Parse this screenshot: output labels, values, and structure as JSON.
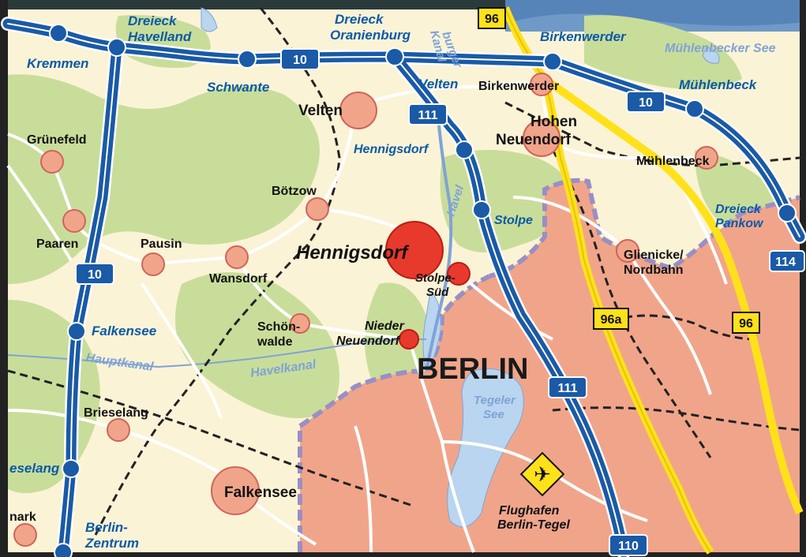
{
  "map": {
    "colors": {
      "background": "#fbf3d6",
      "forest": "#c9dd9a",
      "city": "#f0a58a",
      "water": "#b9d5ef",
      "motorway": "#1a5aa6",
      "federal_road": "#ffe11a",
      "road": "#ffffff",
      "railway": "#222222",
      "city_border": "#9a8fc4"
    },
    "city_label": "BERLIN",
    "towns": [
      {
        "id": "velten",
        "label": "Velten"
      },
      {
        "id": "hohen-neuendorf-1",
        "label": "Hohen"
      },
      {
        "id": "hohen-neuendorf-2",
        "label": "Neuendorf"
      },
      {
        "id": "birkenwerder",
        "label": "Birkenwerder"
      },
      {
        "id": "gruenefeld",
        "label": "Grünefeld"
      },
      {
        "id": "boetzow",
        "label": "Bötzow"
      },
      {
        "id": "muehlenbeck",
        "label": "Mühlenbeck"
      },
      {
        "id": "paaren",
        "label": "Paaren"
      },
      {
        "id": "pausin",
        "label": "Pausin"
      },
      {
        "id": "wansdorf",
        "label": "Wansdorf"
      },
      {
        "id": "hennigsdorf",
        "label": "Hennigsdorf"
      },
      {
        "id": "glienicke-1",
        "label": "Glienicke/"
      },
      {
        "id": "glienicke-2",
        "label": "Nordbahn"
      },
      {
        "id": "stolpe-sued-1",
        "label": "Stolpe-"
      },
      {
        "id": "stolpe-sued-2",
        "label": "Süd"
      },
      {
        "id": "schoenwalde-1",
        "label": "Schön-"
      },
      {
        "id": "schoenwalde-2",
        "label": "walde"
      },
      {
        "id": "nieder-neuendorf-1",
        "label": "Nieder"
      },
      {
        "id": "nieder-neuendorf-2",
        "label": "Neuendorf"
      },
      {
        "id": "brieselang",
        "label": "Brieselang"
      },
      {
        "id": "falkensee",
        "label": "Falkensee"
      },
      {
        "id": "nauen-partial",
        "label": "nark"
      }
    ],
    "junctions": [
      {
        "id": "dreieck-havelland-1",
        "label": "Dreieck"
      },
      {
        "id": "dreieck-havelland-2",
        "label": "Havelland"
      },
      {
        "id": "dreieck-oranienburg-1",
        "label": "Dreieck"
      },
      {
        "id": "dreieck-oranienburg-2",
        "label": "Oranienburg"
      },
      {
        "id": "birkenwerder-j",
        "label": "Birkenwerder"
      },
      {
        "id": "kremmen",
        "label": "Kremmen"
      },
      {
        "id": "schwante",
        "label": "Schwante"
      },
      {
        "id": "velten-j",
        "label": "Velten"
      },
      {
        "id": "muehlenbeck-j",
        "label": "Mühlenbeck"
      },
      {
        "id": "hennigsdorf-j",
        "label": "Hennigsdorf"
      },
      {
        "id": "stolpe-j",
        "label": "Stolpe"
      },
      {
        "id": "dreieck-pankow-1",
        "label": "Dreieck"
      },
      {
        "id": "dreieck-pankow-2",
        "label": "Pankow"
      },
      {
        "id": "falkensee-j",
        "label": "Falkensee"
      },
      {
        "id": "brieselang-j",
        "label": "eselang"
      },
      {
        "id": "berlin-zentrum-1",
        "label": "Berlin-"
      },
      {
        "id": "berlin-zentrum-2",
        "label": "Zentrum"
      },
      {
        "id": "flughafen-1",
        "label": "Flughafen"
      },
      {
        "id": "flughafen-2",
        "label": "Berlin-Tegel"
      }
    ],
    "water_labels": [
      {
        "id": "havel",
        "label": "Havel"
      },
      {
        "id": "havelkanal",
        "label": "Havelkanal"
      },
      {
        "id": "hauptkanal",
        "label": "Hauptkanal"
      },
      {
        "id": "tegeler-see-1",
        "label": "Tegeler"
      },
      {
        "id": "tegeler-see-2",
        "label": "See"
      },
      {
        "id": "muehlenbecker-see",
        "label": "Mühlenbecker See"
      },
      {
        "id": "oranienburger-kanal-1",
        "label": "burger"
      },
      {
        "id": "oranienburger-kanal-2",
        "label": "Kanal"
      }
    ],
    "motorway_shields": [
      "10",
      "10",
      "10",
      "111",
      "111",
      "110",
      "114"
    ],
    "federal_shields": [
      "96",
      "96a",
      "96"
    ]
  }
}
